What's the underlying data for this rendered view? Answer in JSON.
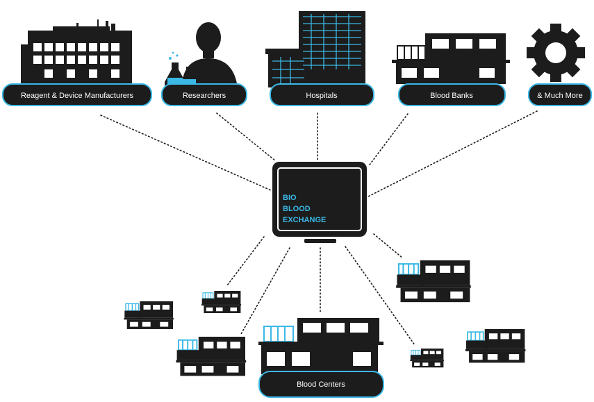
{
  "colors": {
    "icon": "#1c1c1c",
    "accent": "#3bb8e6",
    "window": "#ffffff",
    "label_text": "#ffffff",
    "background": "#ffffff"
  },
  "participants": [
    {
      "label": "Reagent & Device Manufacturers",
      "icon": "factory-icon"
    },
    {
      "label": "Researchers",
      "icon": "researcher-icon"
    },
    {
      "label": "Hospitals",
      "icon": "hospital-icon"
    },
    {
      "label": "Blood Banks",
      "icon": "blood-bank-icon"
    },
    {
      "label": "& Much More",
      "icon": "gear-icon"
    }
  ],
  "hub": {
    "lines": [
      "BIO",
      "BLOOD",
      "EXCHANGE"
    ],
    "icon": "monitor-icon"
  },
  "blood_centers": {
    "label": "Blood Centers",
    "icon": "blood-center-building-icon",
    "count": 7
  }
}
